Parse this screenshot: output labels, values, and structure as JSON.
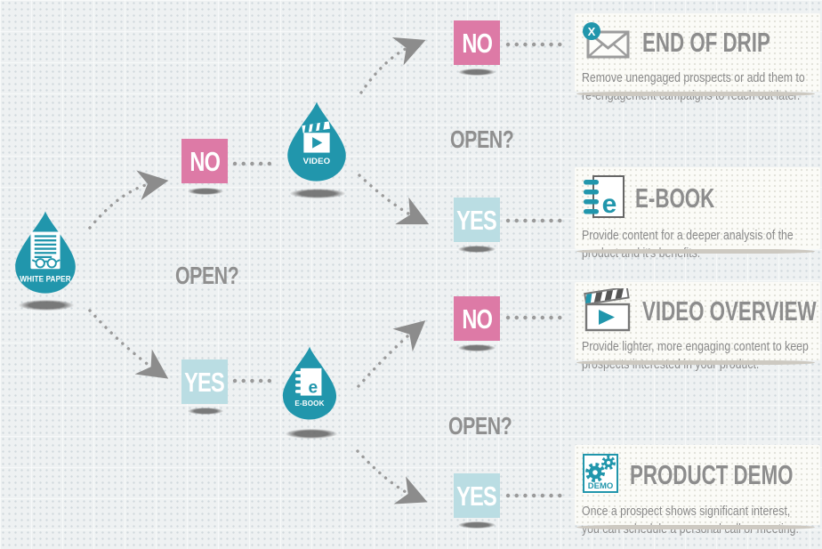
{
  "labels": {
    "no": "NO",
    "yes": "YES",
    "open": "OPEN?"
  },
  "flow": {
    "start": {
      "label": "WHITE PAPER",
      "icon": "white-paper-document-icon"
    },
    "video": {
      "label": "VIDEO",
      "icon": "video-clapperboard-icon",
      "question": "OPEN?",
      "no_outcome": {
        "title": "END OF DRIP",
        "description": "Remove unengaged prospects or add them to re-engagement campaigns to reach out later.",
        "icon": "envelope-x-icon"
      },
      "yes_outcome": {
        "title": "E-BOOK",
        "description": "Provide content for a deeper analysis of the product and it's benefits.",
        "icon": "ebook-page-icon"
      }
    },
    "ebook": {
      "label": "E-BOOK",
      "icon": "ebook-page-icon",
      "question": "OPEN?",
      "no_outcome": {
        "title": "VIDEO OVERVIEW",
        "description": "Provide lighter, more engaging content to keep prospects interested in your product.",
        "icon": "video-clapperboard-icon"
      },
      "yes_outcome": {
        "title": "PRODUCT DEMO",
        "description": "Once a prospect shows significant interest, you can schedule a personal call or meeting.",
        "icon": "gears-demo-icon"
      }
    }
  },
  "icons": {
    "close_x": "X",
    "ebook_letter": "e",
    "demo_label": "DEMO"
  },
  "palette": {
    "teal": "#2196ac",
    "pink": "#dd7aa6",
    "light_blue": "#badde3",
    "heading_gray": "#8d8d8d",
    "body_gray": "#8a8a8a",
    "connector_gray": "#9a9a9a",
    "background": "#eef1f2",
    "card_background": "#fbfbf7"
  }
}
